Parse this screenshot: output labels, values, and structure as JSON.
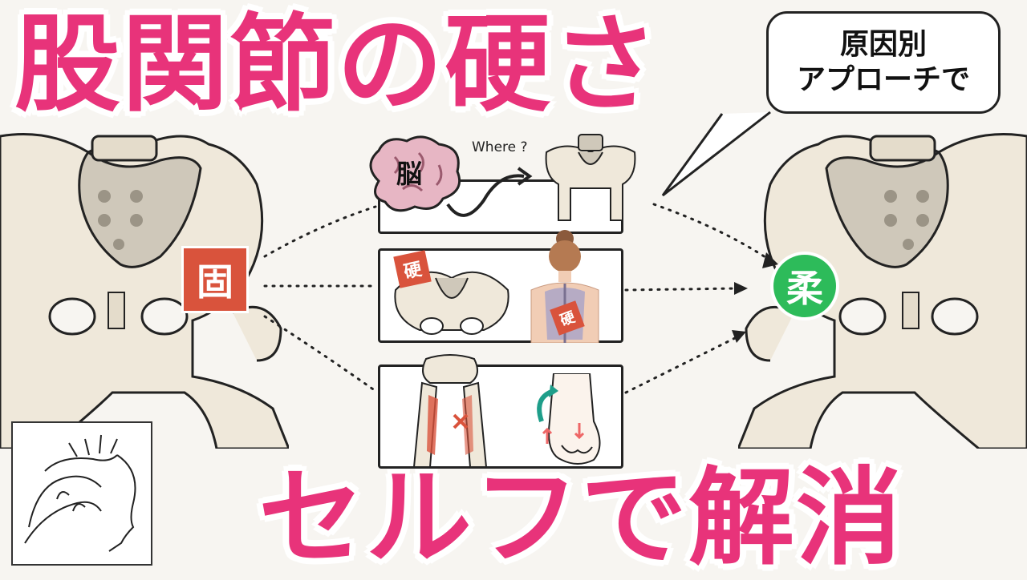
{
  "title_top": "股関節の硬さ",
  "title_bottom": "セルフで解消",
  "bubble": {
    "line1": "原因別",
    "line2": "アプローチで"
  },
  "badges": {
    "stiff": "固",
    "soft": "柔"
  },
  "panel1": {
    "where_label": "Where ?",
    "brain_label": "脳"
  },
  "panel2": {
    "tag1": "硬",
    "tag2": "硬"
  },
  "colors": {
    "title_pink": "#e8337a",
    "stiff_red": "#d9533c",
    "soft_green": "#2dbb5a",
    "bone": "#efe8da",
    "bone_shade": "#cfc8ba"
  }
}
